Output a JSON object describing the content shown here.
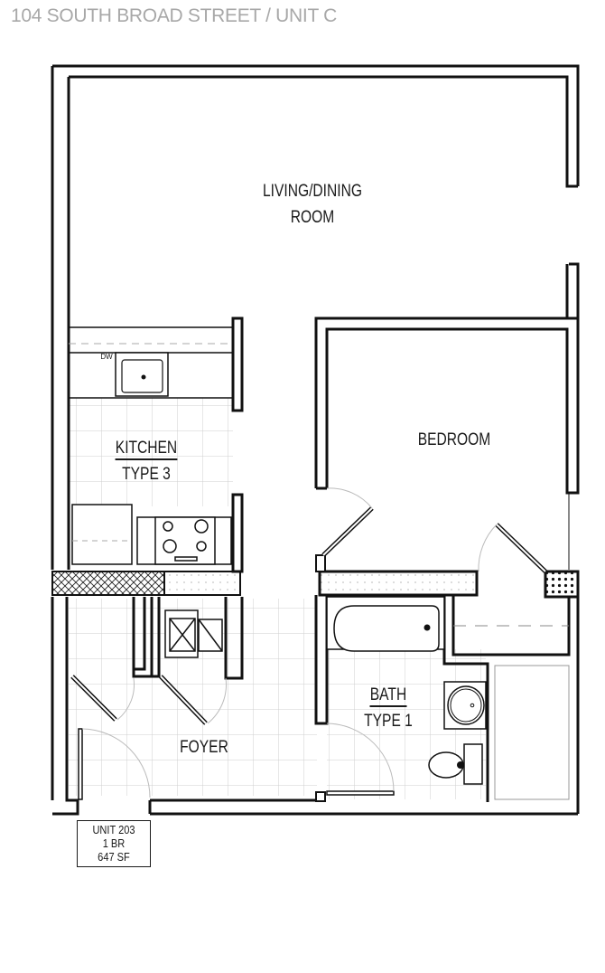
{
  "header": {
    "title": "104 SOUTH BROAD STREET  /  UNIT C"
  },
  "rooms": {
    "living": {
      "line1": "LIVING/DINING",
      "line2": "ROOM"
    },
    "bedroom": {
      "label": "BEDROOM"
    },
    "kitchen": {
      "line1": "KITCHEN",
      "line2": "TYPE 3"
    },
    "bath": {
      "line1": "BATH",
      "line2": "TYPE 1"
    },
    "foyer": {
      "label": "FOYER"
    }
  },
  "appliances": {
    "dishwasher": "DW"
  },
  "unit_info": {
    "unit": "UNIT 203",
    "bedrooms": "1 BR",
    "area": "647 SF"
  },
  "colors": {
    "wall": "#111111",
    "title": "#a8a8a8",
    "tile": "#cccccc"
  }
}
